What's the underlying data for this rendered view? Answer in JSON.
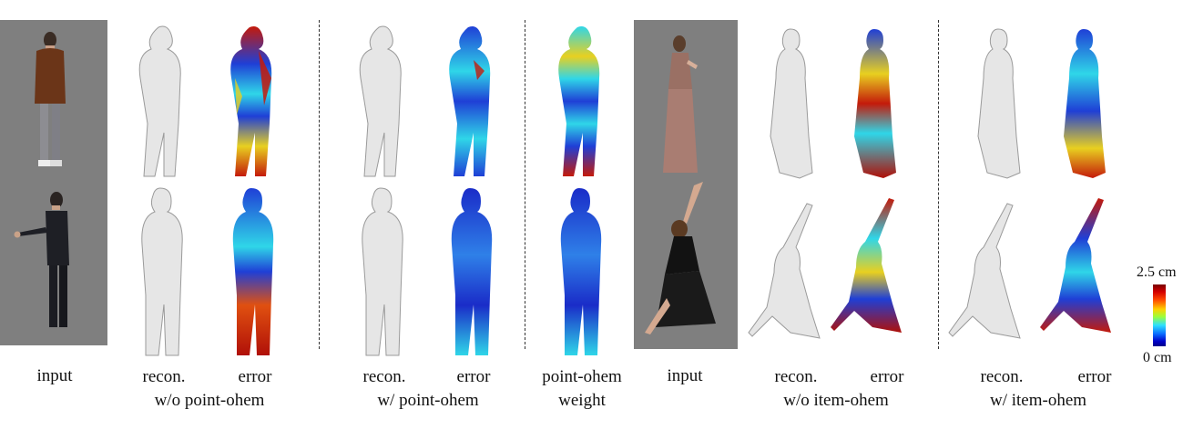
{
  "labels": {
    "input_1": "input",
    "recon_1": "recon.",
    "error_1": "error",
    "group_1": "w/o point-ohem",
    "recon_2": "recon.",
    "error_2": "error",
    "group_2": "w/ point-ohem",
    "weight_top": "point-ohem",
    "weight_bottom": "weight",
    "input_2": "input",
    "recon_3": "recon.",
    "error_3": "error",
    "group_3": "w/o item-ohem",
    "recon_4": "recon.",
    "error_4": "error",
    "group_4": "w/ item-ohem"
  },
  "colorbar": {
    "max_label": "2.5 cm",
    "min_label": "0 cm",
    "colors": [
      "#7a0000",
      "#ff4a00",
      "#ffd000",
      "#9dff3a",
      "#2de0ff",
      "#0a6cff",
      "#00008a"
    ]
  },
  "colors": {
    "photo_background": "#7f7f7f",
    "mesh": "#e6e6e6",
    "mesh_outline": "#9a9a9a",
    "error_low": "#1f3fd6",
    "error_mid": "#2fd6e8",
    "error_high": "#c41a0a"
  }
}
